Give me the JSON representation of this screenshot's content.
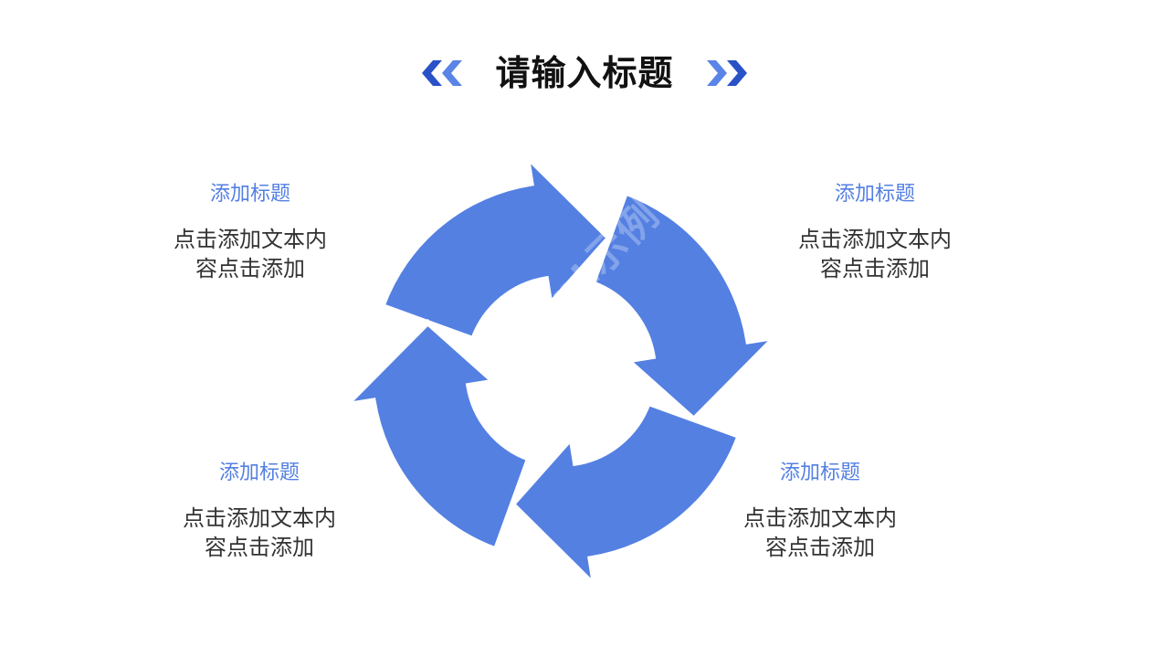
{
  "title": {
    "text": "请输入标题"
  },
  "colors": {
    "accent_dark": "#2a52c8",
    "accent_light": "#5a84e6",
    "arrow": "#5480e2",
    "label_head": "#5480e2",
    "label_body": "#333333"
  },
  "labels": [
    {
      "position": "top-left",
      "head": "添加标题",
      "line1": "点击添加文本内",
      "line2": "容点击添加"
    },
    {
      "position": "top-right",
      "head": "添加标题",
      "line1": "点击添加文本内",
      "line2": "容点击添加"
    },
    {
      "position": "bottom-left",
      "head": "添加标题",
      "line1": "点击添加文本内",
      "line2": "容点击添加"
    },
    {
      "position": "bottom-right",
      "head": "添加标题",
      "line1": "点击添加文本内",
      "line2": "容点击添加"
    }
  ],
  "watermark": "ppt示例"
}
